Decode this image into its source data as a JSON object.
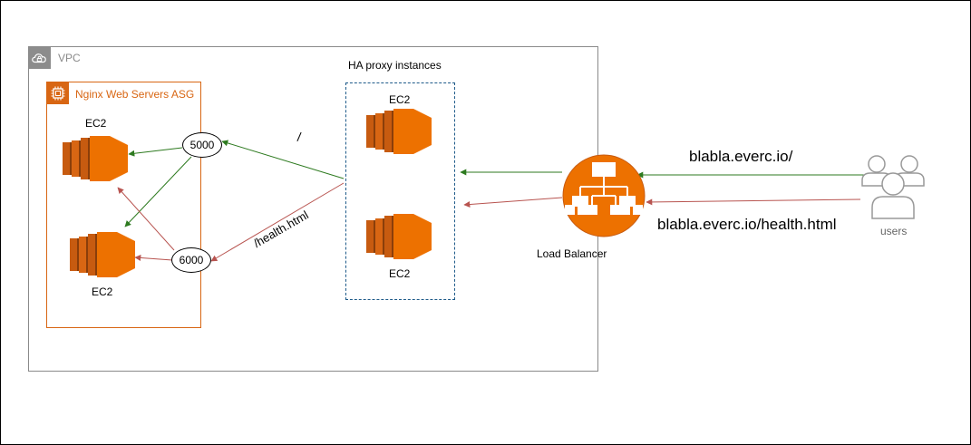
{
  "vpc": {
    "label": "VPC",
    "icon": "cloud-lock-icon",
    "border_color": "#8a8a8a"
  },
  "asg": {
    "label": "Nginx Web Servers ASG",
    "icon": "chip-icon",
    "color": "#d86613"
  },
  "ha_group": {
    "label": "HA proxy instances",
    "border_color": "#1f5b8a"
  },
  "instances": {
    "web_top": "EC2",
    "web_bottom": "EC2",
    "ha_top": "EC2",
    "ha_bottom": "EC2"
  },
  "ports": {
    "primary": "5000",
    "health": "6000"
  },
  "load_balancer": {
    "label": "Load Balancer",
    "icon": "load-balancer-icon",
    "color": "#ed7100"
  },
  "users": {
    "label": "users",
    "icon": "users-icon"
  },
  "routes": {
    "main_url": "blabla.everc.io/",
    "health_url": "blabla.everc.io/health.html",
    "health_path": "/health.html",
    "slash_mark": "/"
  },
  "colors": {
    "primary_flow": "#2d7a1f",
    "health_flow": "#b85450",
    "ec2_orange": "#ed7100",
    "ec2_dark": "#c75b10"
  }
}
